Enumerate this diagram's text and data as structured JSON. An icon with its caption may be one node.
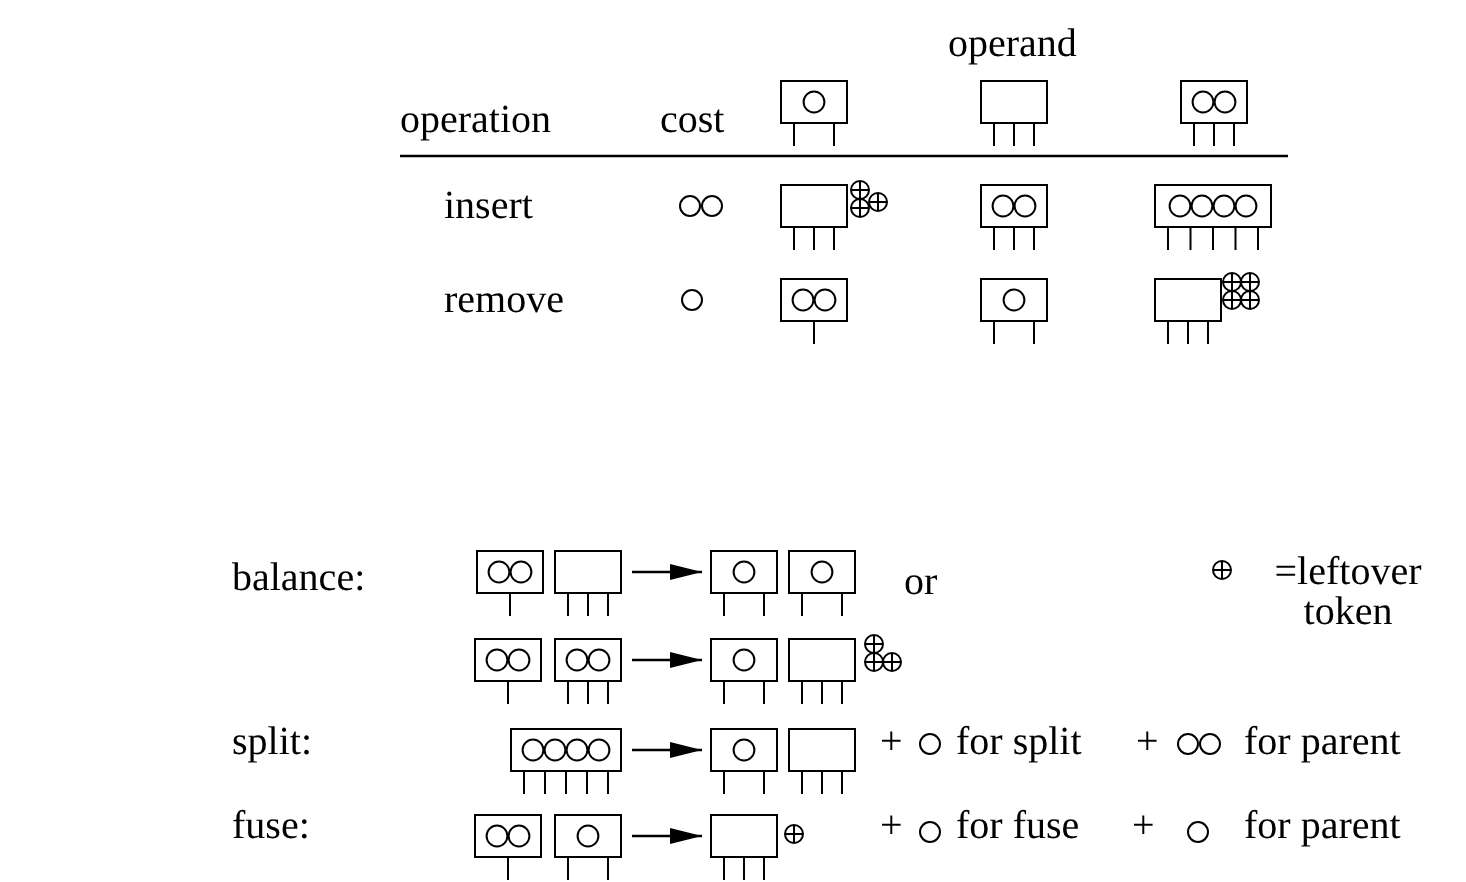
{
  "diagram": {
    "nodes": [
      {
        "text": [],
        "shape": "box"
      },
      {
        "text": [],
        "shape": "box"
      },
      {
        "text": [],
        "shape": "box"
      },
      {
        "text": [],
        "shape": "box"
      },
      {
        "text": [],
        "shape": "box"
      },
      {
        "text": [],
        "shape": "box"
      },
      {
        "text": [],
        "shape": "box"
      },
      {
        "text": [],
        "shape": "box"
      },
      {
        "text": [],
        "shape": "box"
      },
      {
        "text": [],
        "shape": "box"
      },
      {
        "text": [],
        "shape": "box"
      },
      {
        "text": [],
        "shape": "box"
      },
      {
        "text": [],
        "shape": "box"
      },
      {
        "text": [],
        "shape": "box"
      }
    ],
    "edges": [
      {
        "from": 1,
        "to": 2,
        "arrow": "to"
      },
      {
        "from": 5,
        "to": 6,
        "arrow": "to"
      },
      {
        "from": 8,
        "to": 9,
        "arrow": "to"
      },
      {
        "from": 12,
        "to": 13,
        "arrow": "to"
      }
    ],
    "labels": [
      "operand",
      "operation",
      "cost",
      "insert",
      "remove",
      "balance:",
      "or",
      "=leftover token",
      "split:",
      "+",
      "for split",
      "+",
      "for parent",
      "fuse:",
      "+",
      "for fuse",
      "+",
      "for parent"
    ]
  }
}
